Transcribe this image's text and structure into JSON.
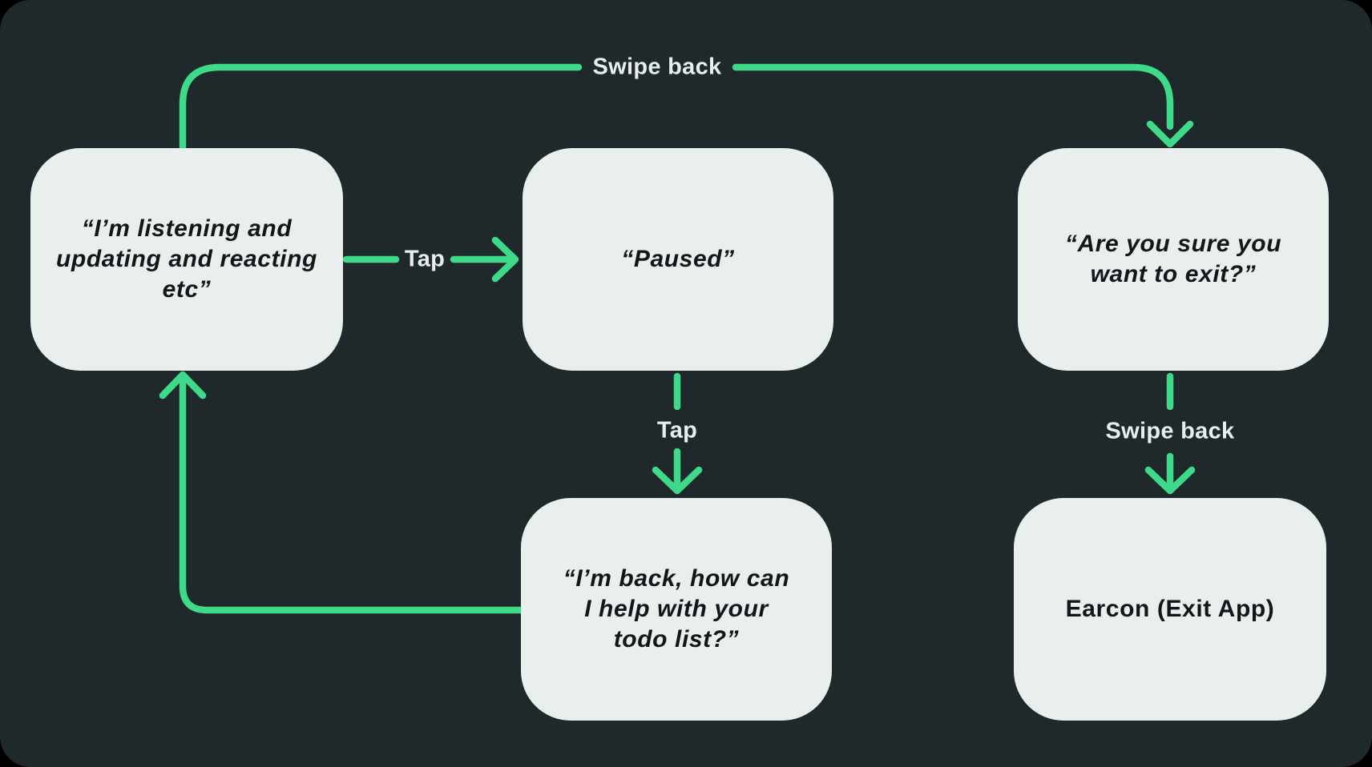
{
  "theme": {
    "page_bg": "#000000",
    "canvas_bg": "#1f282b",
    "node_bg": "#e8efec",
    "node_text": "#10161a",
    "accent": "#3fd98a",
    "label_text": "#e9edeb"
  },
  "diagram": {
    "type": "flowchart",
    "nodes": [
      {
        "id": "listening",
        "text": "“I’m listening and updating and reacting etc”",
        "style": "italic-quote"
      },
      {
        "id": "paused",
        "text": "“Paused”",
        "style": "italic-quote"
      },
      {
        "id": "exit_confirm",
        "text": "“Are you sure you want to exit?”",
        "style": "italic-quote"
      },
      {
        "id": "back_help",
        "text": "“I’m back, how can I help with your todo list?”",
        "style": "italic-quote"
      },
      {
        "id": "earcon_exit",
        "text": "Earcon (Exit App)",
        "style": "plain"
      }
    ],
    "edges": [
      {
        "from": "listening",
        "to": "exit_confirm",
        "label": "Swipe back"
      },
      {
        "from": "listening",
        "to": "paused",
        "label": "Tap"
      },
      {
        "from": "paused",
        "to": "back_help",
        "label": "Tap"
      },
      {
        "from": "back_help",
        "to": "listening",
        "label": ""
      },
      {
        "from": "exit_confirm",
        "to": "earcon_exit",
        "label": "Swipe back"
      }
    ]
  }
}
